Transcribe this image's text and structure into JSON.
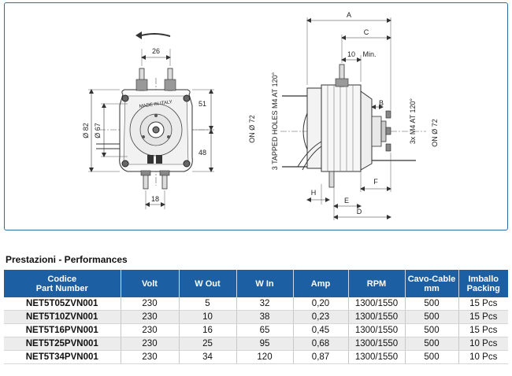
{
  "drawing": {
    "rotation_arrow_icon": "curved-arrow-icon",
    "dimensions": {
      "d26": "26",
      "d51": "51",
      "d48": "48",
      "d18": "18",
      "phi82": "Ø 82",
      "phi67": "Ø 67",
      "A": "A",
      "C": "C",
      "ten": "10",
      "min": "Min.",
      "B": "B",
      "H": "H",
      "F": "F",
      "E": "E",
      "D": "D"
    },
    "labels": {
      "on72_left": "ON  Ø 72",
      "tapped_holes": "3 TAPPED HOLES M4  AT 120°",
      "m4_right": "3x M4  AT 120°",
      "on72_right": "ON  Ø 72",
      "made_in_italy": "MADE IN ITALY"
    }
  },
  "section_title": "Prestazioni - Performances",
  "table": {
    "headers": [
      [
        "Codice",
        "Part Number"
      ],
      [
        "Volt"
      ],
      [
        "W Out"
      ],
      [
        "W In"
      ],
      [
        "Amp"
      ],
      [
        "RPM"
      ],
      [
        "Cavo-Cable",
        "mm"
      ],
      [
        "Imballo",
        "Packing"
      ]
    ],
    "rows": [
      [
        "NET5T05ZVN001",
        "230",
        "5",
        "32",
        "0,20",
        "1300/1550",
        "500",
        "15 Pcs"
      ],
      [
        "NET5T10ZVN001",
        "230",
        "10",
        "38",
        "0,23",
        "1300/1550",
        "500",
        "15 Pcs"
      ],
      [
        "NET5T16PVN001",
        "230",
        "16",
        "65",
        "0,45",
        "1300/1550",
        "500",
        "15 Pcs"
      ],
      [
        "NET5T25PVN001",
        "230",
        "25",
        "95",
        "0,68",
        "1300/1550",
        "500",
        "10 Pcs"
      ],
      [
        "NET5T34PVN001",
        "230",
        "34",
        "120",
        "0,87",
        "1300/1550",
        "500",
        "10 Pcs"
      ]
    ]
  },
  "colors": {
    "frame_border": "#2a6fa8",
    "header_bg": "#1d5fa3",
    "row_alt_bg": "#ececec"
  }
}
